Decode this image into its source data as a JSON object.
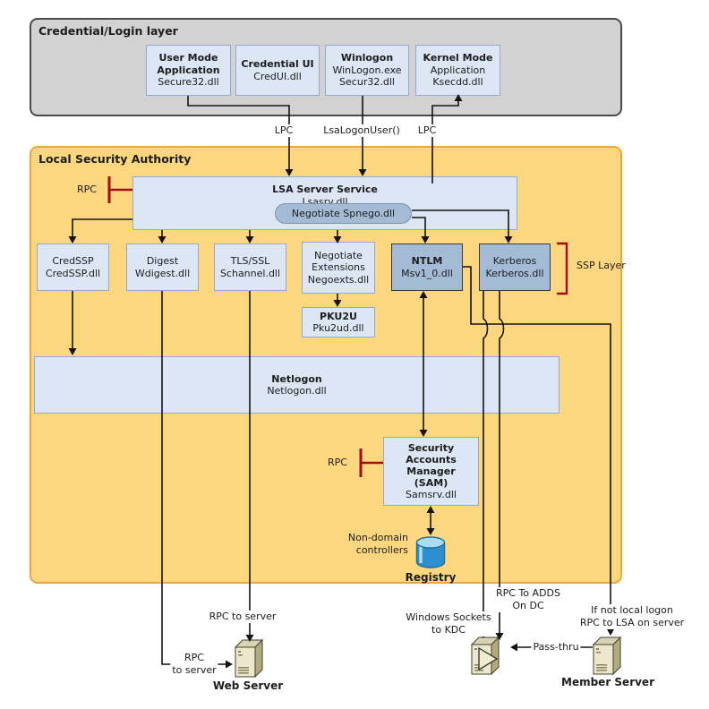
{
  "credential_layer": {
    "title": "Credential/Login layer",
    "user_mode": {
      "l1": "User Mode",
      "l2": "Application",
      "l3": "Secure32.dll"
    },
    "credential_ui": {
      "l1": "Credential UI",
      "l2": "CredUI.dll"
    },
    "winlogon": {
      "l1": "Winlogon",
      "l2": "WinLogon.exe",
      "l3": "Secur32.dll"
    },
    "kernel_mode": {
      "l1": "Kernel Mode",
      "l2": "Application",
      "l3": "Ksecdd.dll"
    }
  },
  "lsa_layer": {
    "title": "Local Security Authority",
    "lsa_service": {
      "l1": "LSA Server Service",
      "l2": "Lsasrv.dll"
    },
    "negotiate_pill": "Negotiate Spnego.dll",
    "credssp": {
      "l1": "CredSSP",
      "l2": "CredSSP.dll"
    },
    "digest": {
      "l1": "Digest",
      "l2": "Wdigest.dll"
    },
    "tls_ssl": {
      "l1": "TLS/SSL",
      "l2": "Schannel.dll"
    },
    "negotiate_ext": {
      "l1": "Negotiate",
      "l2": "Extensions",
      "l3": "Negoexts.dll"
    },
    "ntlm": {
      "l1": "NTLM",
      "l2": "Msv1_0.dll"
    },
    "kerberos": {
      "l1": "Kerberos",
      "l2": "Kerberos.dll"
    },
    "pku2u": {
      "l1": "PKU2U",
      "l2": "Pku2ud.dll"
    },
    "netlogon": {
      "l1": "Netlogon",
      "l2": "Netlogon.dll"
    },
    "sam": {
      "l1": "Security",
      "l2": "Accounts",
      "l3": "Manager",
      "l4": "(SAM)",
      "l5": "Samsrv.dll"
    }
  },
  "labels": {
    "lpc_left": "LPC",
    "lsa_logon_user": "LsaLogonUser()",
    "lpc_right": "LPC",
    "rpc_lsa": "RPC",
    "rpc_sam": "RPC",
    "ssp_layer": "SSP Layer",
    "non_domain_1": "Non-domain",
    "non_domain_2": "controllers",
    "registry": "Registry",
    "rpc_to_server_tls": "RPC to server",
    "rpc_to_server_digest_1": "RPC",
    "rpc_to_server_digest_2": "to server",
    "windows_sockets_1": "Windows Sockets",
    "windows_sockets_2": "to KDC",
    "rpc_adds_1": "RPC To ADDS",
    "rpc_adds_2": "On DC",
    "if_not_local_1": "If not local logon",
    "if_not_local_2": "RPC to LSA  on server",
    "pass_thru": "Pass-thru",
    "web_server": "Web Server",
    "member_server": "Member Server"
  },
  "colors": {
    "layer_gray": "#d2d2d2",
    "layer_gray_border": "#4a4a4a",
    "layer_yellow": "#fdd77f",
    "layer_yellow_border": "#f0a53c",
    "box_light": "#dce6f5",
    "box_light_border": "#94a9cc",
    "box_steel": "#a4bbd6",
    "line": "#141414",
    "rpc_red": "#9e1010",
    "registry_blue": "#2e8fd0"
  }
}
